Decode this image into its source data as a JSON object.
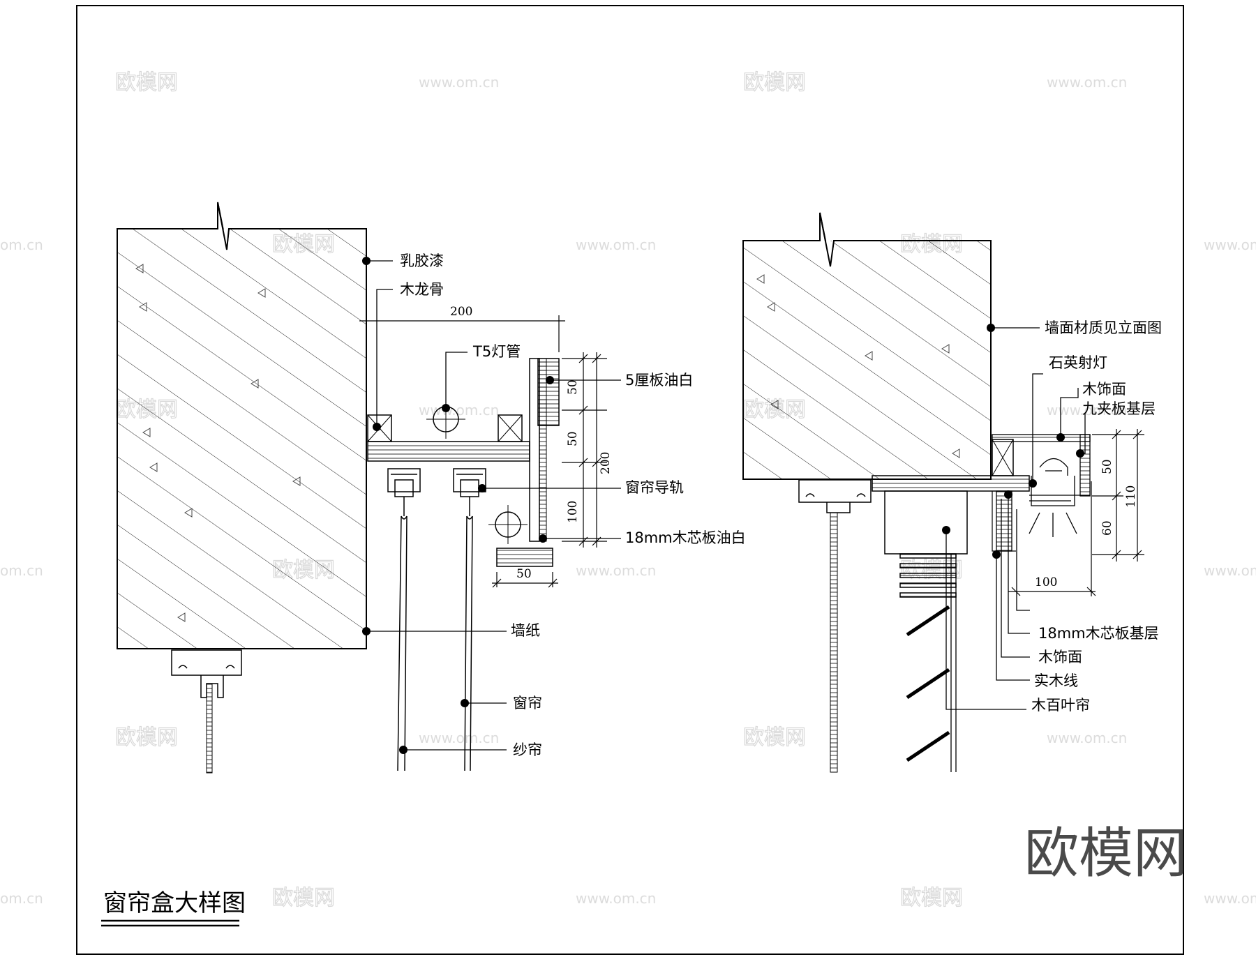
{
  "title": "窗帘盒大样图",
  "left_detail": {
    "labels": {
      "latex_paint": "乳胶漆",
      "wood_keel": "木龙骨",
      "t5_tube": "T5灯管",
      "board_5mm": "5厘板油白",
      "curtain_track": "窗帘导轨",
      "blockboard_18": "18mm木芯板油白",
      "wallpaper": "墙纸",
      "curtain": "窗帘",
      "sheer": "纱帘"
    },
    "dimensions": {
      "top_width": "200",
      "d50_a": "50",
      "d50_b": "50",
      "d200": "200",
      "d100": "100",
      "bottom_50": "50"
    }
  },
  "right_detail": {
    "labels": {
      "wall_material": "墙面材质见立面图",
      "quartz_light": "石英射灯",
      "wood_veneer_top": "木饰面",
      "plywood_base": "九夹板基层",
      "blockboard_base": "18mm木芯板基层",
      "wood_veneer": "木饰面",
      "solid_wood_line": "实木线",
      "wood_blind": "木百叶帘"
    },
    "dimensions": {
      "d50": "50",
      "d110": "110",
      "d60": "60",
      "d100": "100"
    }
  },
  "watermark": {
    "brand": "欧模网",
    "url": "www.om.cn",
    "url_partial": "om.cn"
  },
  "colors": {
    "line": "#000000",
    "watermark": "#d9d9d9"
  }
}
